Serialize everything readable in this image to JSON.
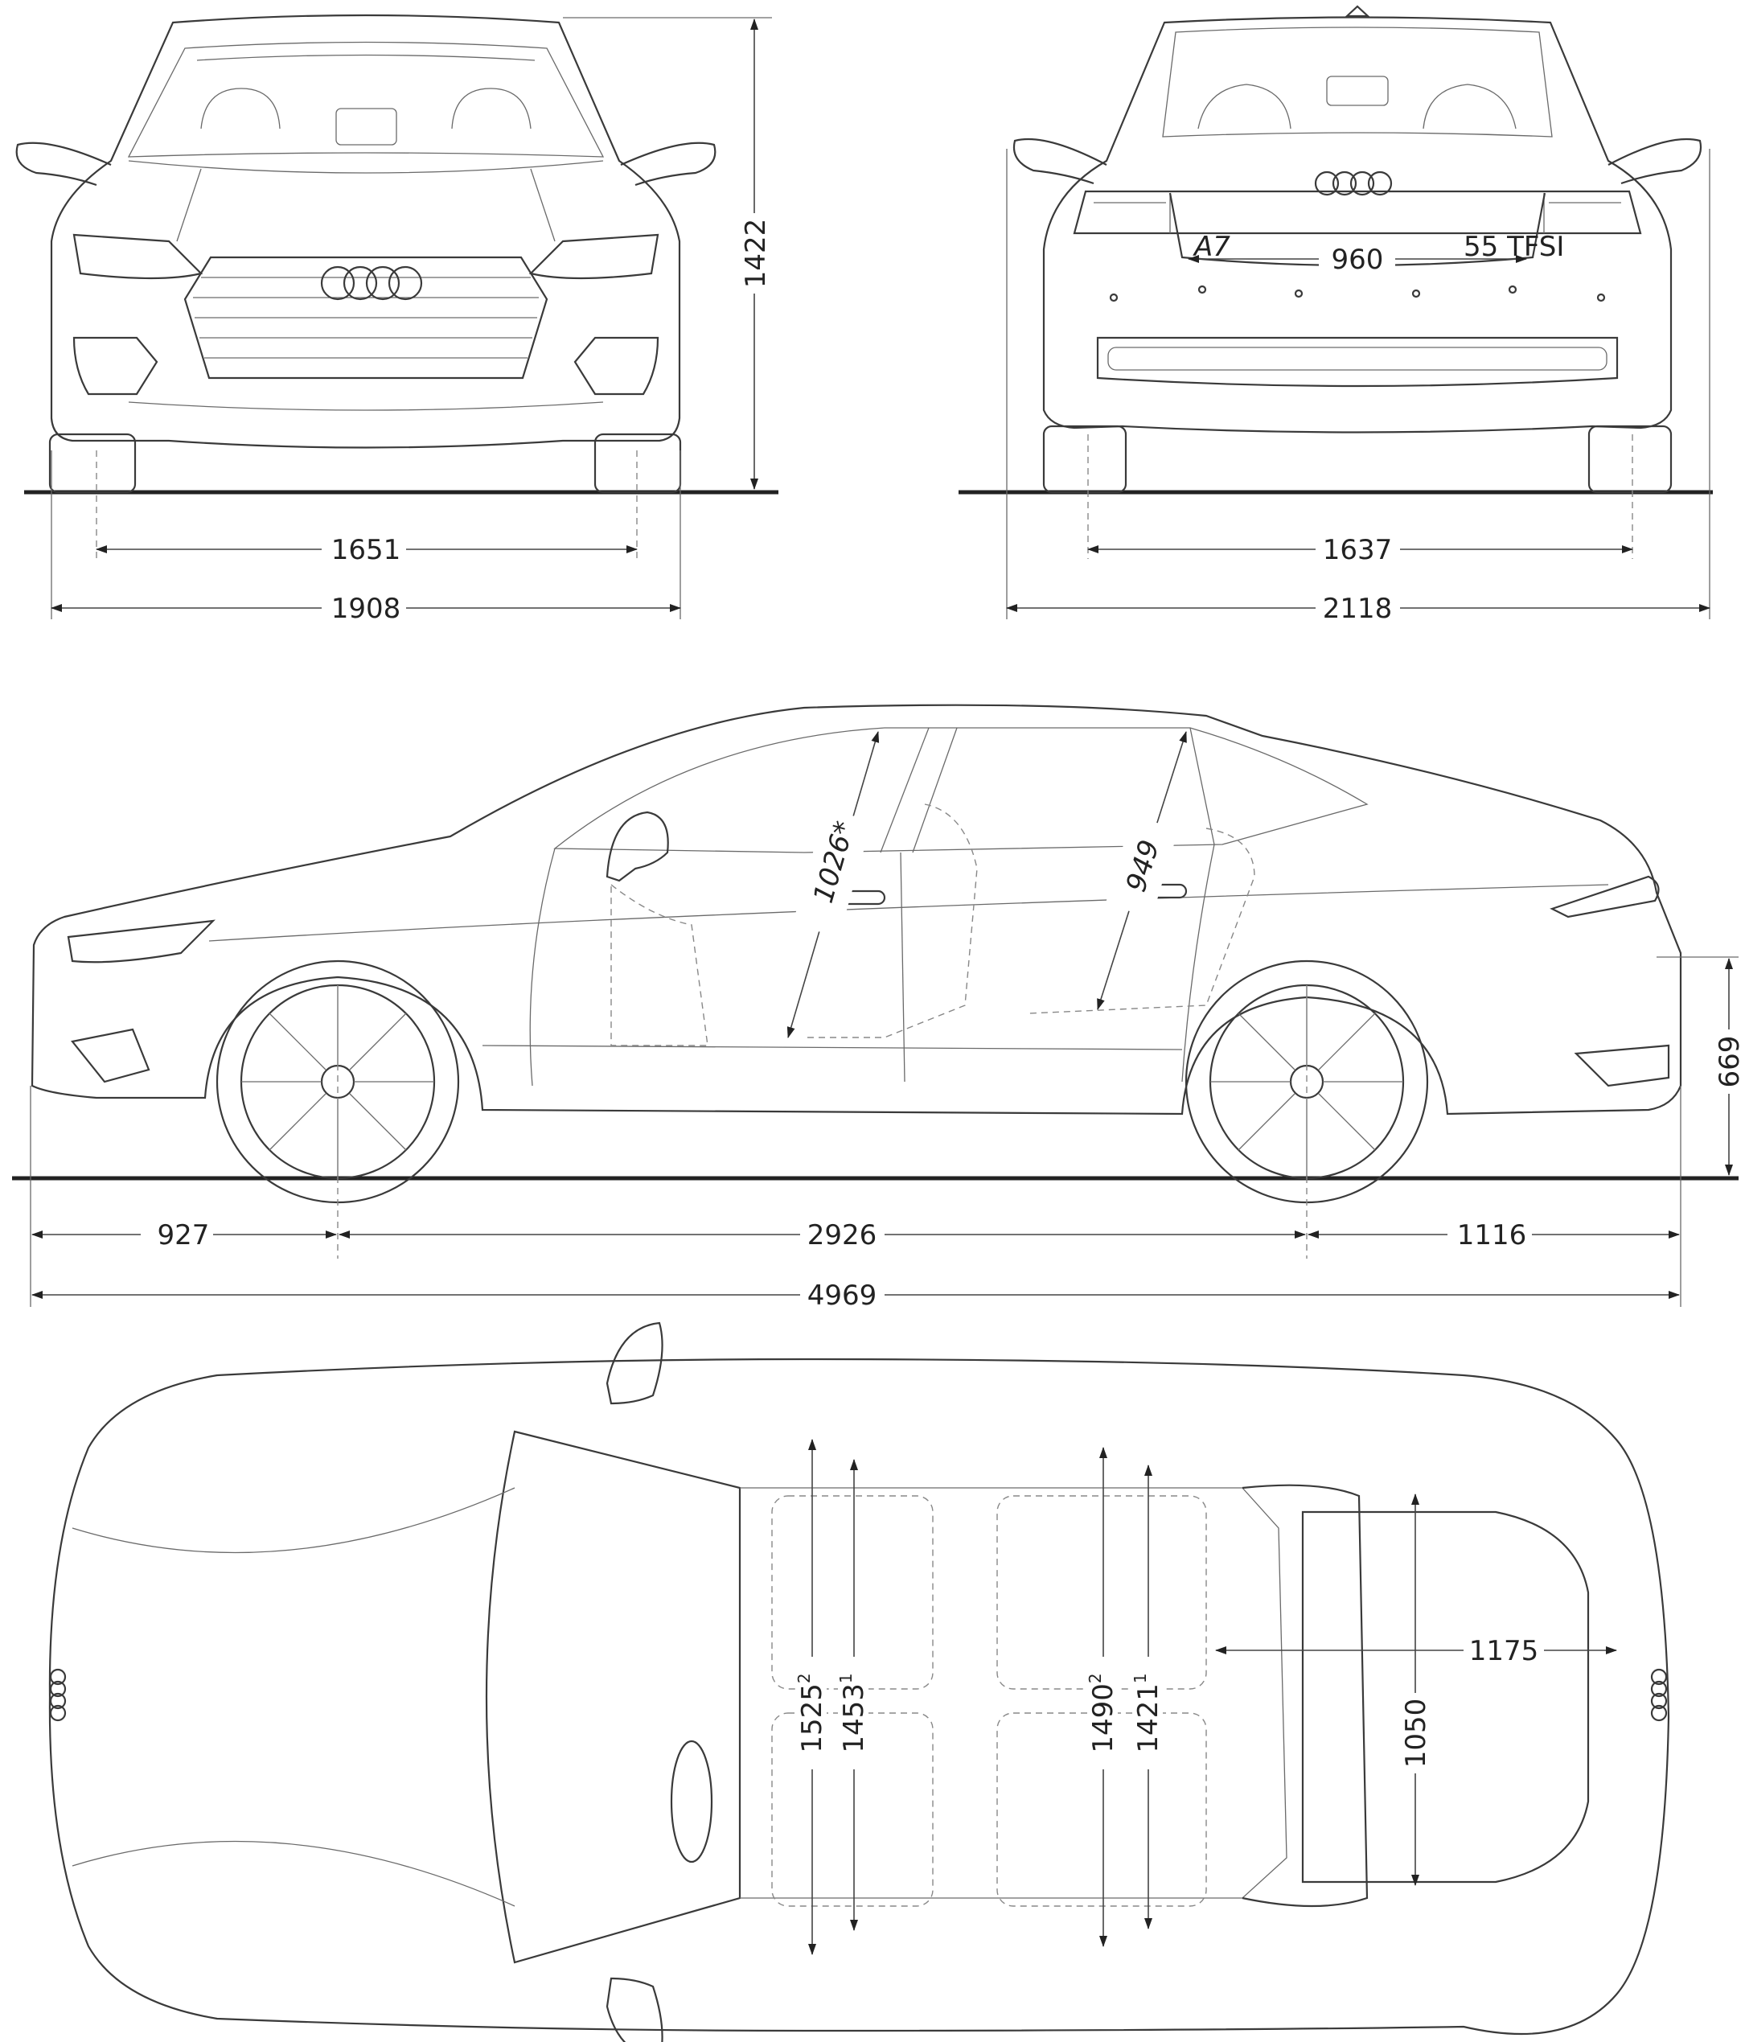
{
  "dimensions": {
    "front_height": "1422",
    "front_track": "1651",
    "front_width": "1908",
    "rear_track": "1637",
    "rear_width_mirrors": "2118",
    "trunk_opening": "960",
    "headroom_front": "1026*",
    "headroom_rear": "949",
    "rear_load_height": "669",
    "front_overhang": "927",
    "wheelbase": "2926",
    "rear_overhang": "1116",
    "overall_length": "4969",
    "front_shoulder": "1525",
    "front_shoulder_sup": "2",
    "front_elbow": "1453",
    "front_elbow_sup": "1",
    "rear_shoulder": "1490",
    "rear_shoulder_sup": "2",
    "rear_elbow": "1421",
    "rear_elbow_sup": "1",
    "trunk_length": "1175",
    "trunk_width": "1050"
  },
  "badges": {
    "rear_model": "A7",
    "rear_engine": "55 TFSI"
  },
  "colors": {
    "line": "#3a3a3a",
    "text": "#222222",
    "background": "#ffffff"
  }
}
